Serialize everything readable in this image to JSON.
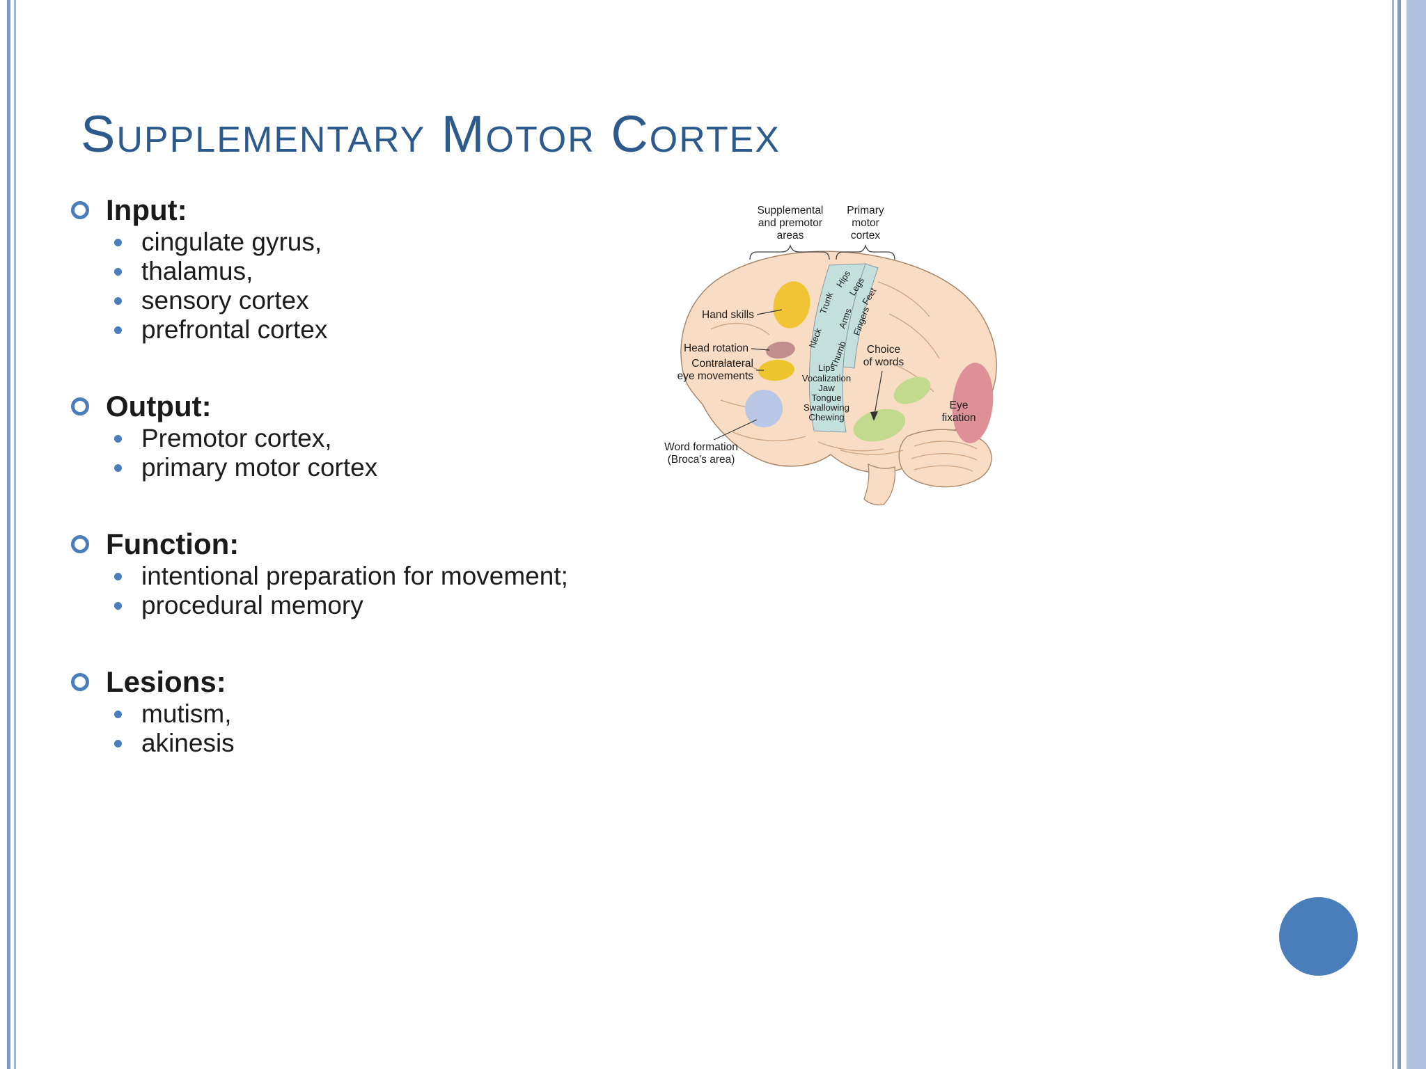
{
  "slide": {
    "title": "Supplementary Motor Cortex",
    "sections": [
      {
        "heading": "Input:",
        "items": [
          "cingulate gyrus,",
          "thalamus,",
          "sensory cortex",
          "prefrontal cortex"
        ]
      },
      {
        "heading": "Output:",
        "items": [
          "Premotor cortex,",
          "primary motor cortex"
        ]
      },
      {
        "heading": "Function:",
        "items": [
          "intentional preparation for movement;",
          "procedural memory"
        ]
      },
      {
        "heading": "Lesions:",
        "items": [
          "mutism,",
          "akinesis"
        ]
      }
    ]
  },
  "diagram": {
    "label_supplemental": [
      "Supplemental",
      "and premotor",
      "areas"
    ],
    "label_primary": [
      "Primary",
      "motor",
      "cortex"
    ],
    "label_hand_skills": "Hand skills",
    "label_head_rotation": "Head rotation",
    "label_contralateral": [
      "Contralateral",
      "eye movements"
    ],
    "label_word_formation": [
      "Word formation",
      "(Broca's area)"
    ],
    "label_choice": [
      "Choice",
      "of words"
    ],
    "label_eye_fixation": [
      "Eye",
      "fixation"
    ],
    "strip_functions": [
      "Lips",
      "Vocalization",
      "Jaw",
      "Tongue",
      "Swallowing",
      "Chewing"
    ],
    "strip_body_parts": [
      "Neck",
      "Trunk",
      "Arms",
      "Fingers",
      "Thumb",
      "Hips",
      "Legs",
      "Feet"
    ]
  },
  "colors": {
    "title_blue": "#2d5a8c",
    "accent_blue": "#4a7ebb",
    "stripe_blue": "#7e9cc9",
    "stripe_band": "#aec2de",
    "brain_fill": "#f8dcc3",
    "motor_strip": "#c3e0dc",
    "area_yellow": "#eec636",
    "area_green": "#c3d98e",
    "area_red": "#dd9097",
    "area_lavender": "#b9c6e4",
    "area_mauve": "#c18e8c"
  }
}
